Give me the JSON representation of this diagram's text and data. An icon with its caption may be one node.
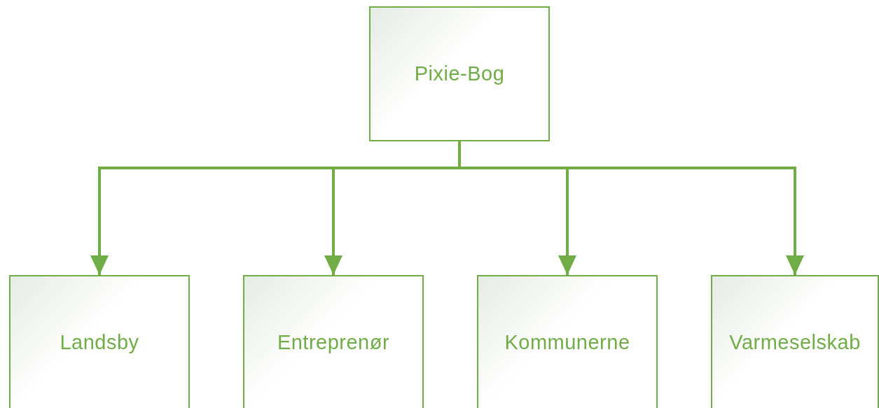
{
  "diagram": {
    "nodes": [
      {
        "text": [
          "Pixie-Bog"
        ]
      },
      {
        "text": [
          "Landsby"
        ]
      },
      {
        "text": [
          "Entreprenør"
        ]
      },
      {
        "text": [
          "Kommunerne"
        ]
      },
      {
        "text": [
          "Varmeselskab"
        ]
      }
    ],
    "edges": [
      {
        "from": 0,
        "to": 1,
        "arrow": "to"
      },
      {
        "from": 0,
        "to": 2,
        "arrow": "to"
      },
      {
        "from": 0,
        "to": 3,
        "arrow": "to"
      },
      {
        "from": 0,
        "to": 4,
        "arrow": "to"
      }
    ]
  }
}
